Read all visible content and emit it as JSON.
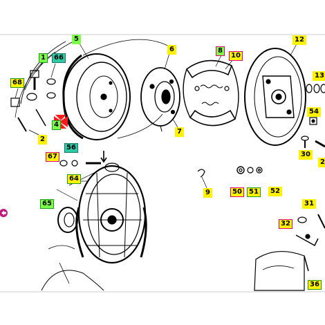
{
  "colors": {
    "yellow_fill": "#fff200",
    "green_fill": "#7dff4a",
    "teal_fill": "#2fc9a8",
    "magenta_border": "#e6007e",
    "green_border": "#1a9b1a",
    "red_marker": "#ff1a1a",
    "nav_arrow": "#c2187e"
  },
  "nav": {
    "prev_icon": "left-arrow-circle-icon"
  },
  "callouts": {
    "c1": "1",
    "c2": "2",
    "c4": "4",
    "c5": "5",
    "c6": "6",
    "c7": "7",
    "c8": "8",
    "c9": "9",
    "c10": "10",
    "c12": "12",
    "c13": "13",
    "c30": "30",
    "c31": "31",
    "c32": "32",
    "c36": "36",
    "c50": "50",
    "c51": "51",
    "c52": "52",
    "c54": "54",
    "c56": "56",
    "c64": "64",
    "c65": "65",
    "c66": "66",
    "c67": "67",
    "c68": "68",
    "c2b": "2"
  }
}
